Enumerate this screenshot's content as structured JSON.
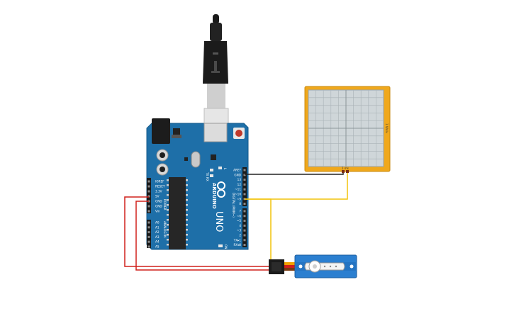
{
  "board": {
    "logo_text": "ARDUINO",
    "model_text": "UNO",
    "power_header_label": "POWER",
    "analog_header_label": "ANALOG IN",
    "digital_header_label": "DIGITAL (PWM~)",
    "on_led_label": "ON",
    "tx_label": "TX",
    "rx_label": "RX",
    "l_label": "L",
    "power_pins": [
      "IOREF",
      "RESET",
      "3.3V",
      "5V",
      "GND",
      "GND",
      "Vin"
    ],
    "analog_pins": [
      "A0",
      "A1",
      "A2",
      "A3",
      "A4",
      "A5"
    ],
    "digital_pins_upper": [
      "AREF",
      "GND",
      "13",
      "12",
      "~11",
      "~10",
      "~9",
      "8"
    ],
    "digital_pins_lower": [
      "7",
      "~6",
      "~5",
      "4",
      "~3",
      "2",
      "TX▸1",
      "RX◂0"
    ],
    "color": "#1e6fa8"
  },
  "oscilloscope": {
    "side_label": "1 V/div",
    "bottom_label": "1 ms",
    "color": "#f0a81c"
  },
  "servo": {
    "color": "#2b7fd0"
  },
  "wires": {
    "signal_color": "#f2c40c",
    "power_color": "#d0201b",
    "ground_color": "#222222"
  }
}
